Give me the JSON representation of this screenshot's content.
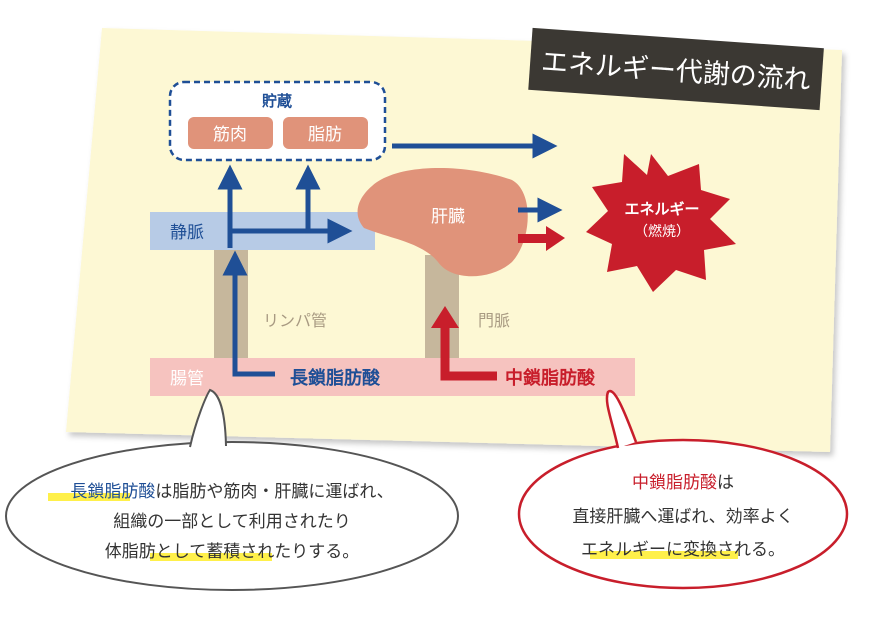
{
  "title": "エネルギー代謝の流れ",
  "storage": {
    "label": "貯蔵",
    "items": [
      "筋肉",
      "脂肪"
    ]
  },
  "vein": "静脈",
  "liver": "肝臓",
  "energy": {
    "line1": "エネルギー",
    "line2": "（燃焼）"
  },
  "lymph": "リンパ管",
  "portal": "門脈",
  "intestine": "腸管",
  "lcfa": "長鎖脂肪酸",
  "mcfa": "中鎖脂肪酸",
  "bubble_left": {
    "line1_hl": "長鎖脂肪酸",
    "line1_rest": "は脂肪や筋肉・肝臓に運ばれ、",
    "line2": "組織の一部として利用されたり",
    "line3": "体脂肪として蓄積されたりする。"
  },
  "bubble_right": {
    "line1_hl": "中鎖脂肪酸",
    "line1_rest": "は",
    "line2": "直接肝臓へ運ばれ、効率よく",
    "line3": "エネルギーに変換される。"
  },
  "colors": {
    "paper": "#fdf8d4",
    "blue": "#1f4f96",
    "red": "#c81e2b",
    "muscle": "#e0937a",
    "vein_band": "#b7cbe6",
    "gut_band": "#f6c3bf",
    "tube": "#c6b79c",
    "title_bg": "#3b3833",
    "highlight": "#fff04a"
  }
}
